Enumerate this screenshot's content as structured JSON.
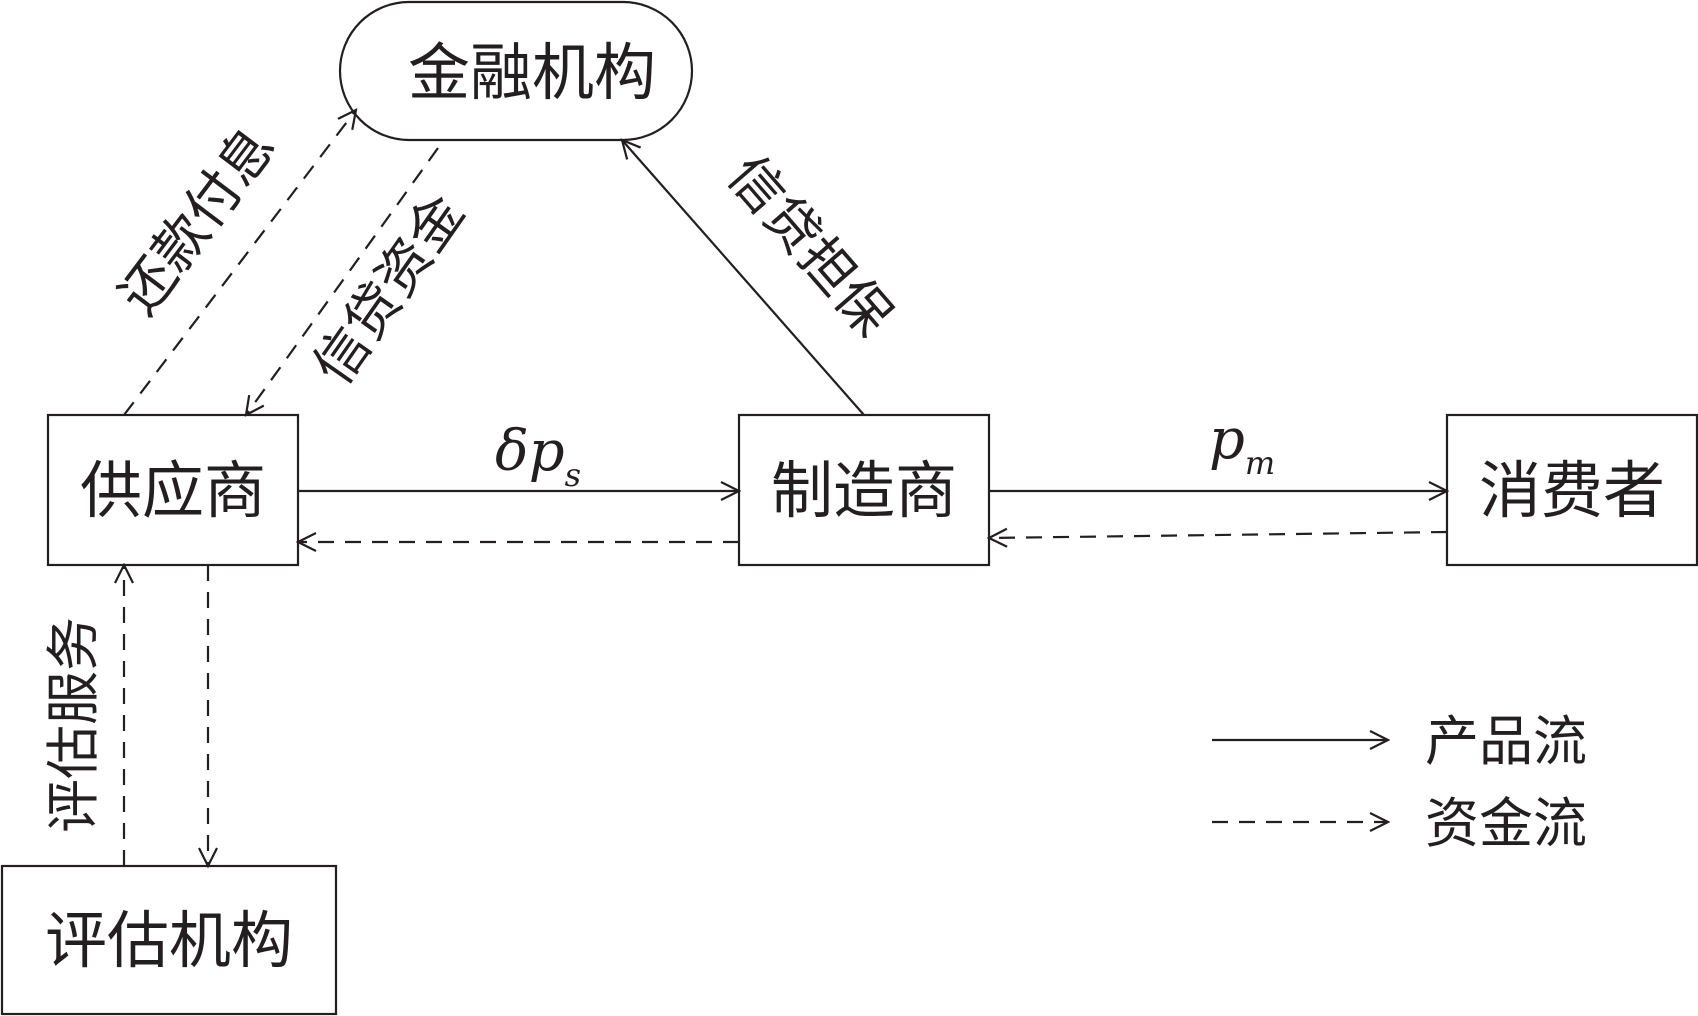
{
  "nodes": {
    "financial_institution": "金融机构",
    "supplier": "供应商",
    "manufacturer": "制造商",
    "consumer": "消费者",
    "evaluation_agency": "评估机构"
  },
  "edges": {
    "repay_interest": "还款付息",
    "credit_funds": "信贷资金",
    "credit_guarantee": "信贷担保",
    "evaluation_service": "评估服务",
    "supplier_price": {
      "prefix": "δp",
      "subscript": "s"
    },
    "manufacturer_price": {
      "prefix": "p",
      "subscript": "m"
    }
  },
  "legend": {
    "product_flow": "产品流",
    "capital_flow": "资金流"
  }
}
